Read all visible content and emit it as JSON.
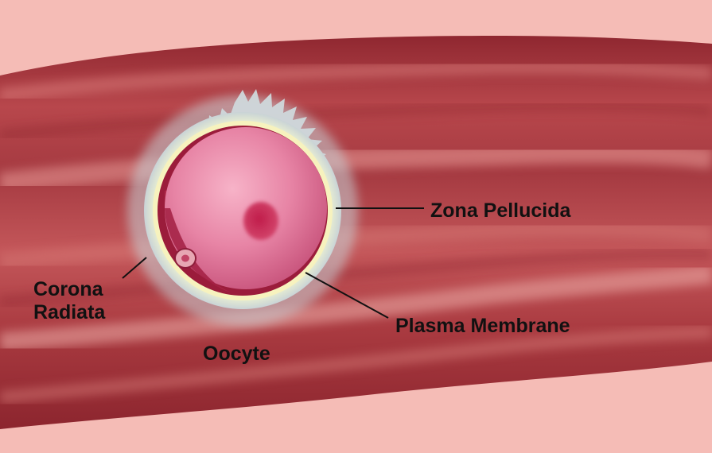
{
  "labels": {
    "zona_pellucida": "Zona Pellucida",
    "plasma_membrane": "Plasma Membrane",
    "oocyte": "Oocyte",
    "corona_radiata_line1": "Corona",
    "corona_radiata_line2": "Radiata"
  },
  "colors": {
    "background": "#f5bcb6",
    "tube_dark": "#a3333a",
    "tube_mid": "#c75a5c",
    "tube_highlight": "#e89a98",
    "corona": "#c9d3d6",
    "zona_glow": "#f7f2b8",
    "oocyte_body": "#e37d9e",
    "oocyte_rim": "#9b1c3b",
    "nucleus": "#c4234e",
    "leader_line": "#111111"
  }
}
